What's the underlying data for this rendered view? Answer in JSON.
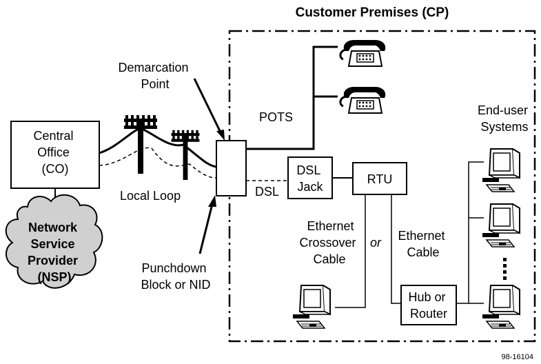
{
  "title": "Customer Premises (CP)",
  "central_office": [
    "Central",
    "Office",
    "(CO)"
  ],
  "nsp": [
    "Network",
    "Service",
    "Provider",
    "(NSP)"
  ],
  "demarcation": [
    "Demarcation",
    "Point"
  ],
  "local_loop": "Local Loop",
  "punchdown": [
    "Punchdown",
    "Block or NID"
  ],
  "pots": "POTS",
  "dsl": "DSL",
  "dsl_jack": [
    "DSL",
    "Jack"
  ],
  "rtu": "RTU",
  "ethernet_crossover": [
    "Ethernet",
    "Crossover",
    "Cable"
  ],
  "or": "or",
  "ethernet_cable": [
    "Ethernet",
    "Cable"
  ],
  "hub_router": [
    "Hub or",
    "Router"
  ],
  "end_user": [
    "End-user",
    "Systems"
  ],
  "figure_id": "98-16104",
  "icons": [
    "telephone-icon",
    "computer-icon",
    "utility-pole-icon",
    "cloud-icon"
  ]
}
